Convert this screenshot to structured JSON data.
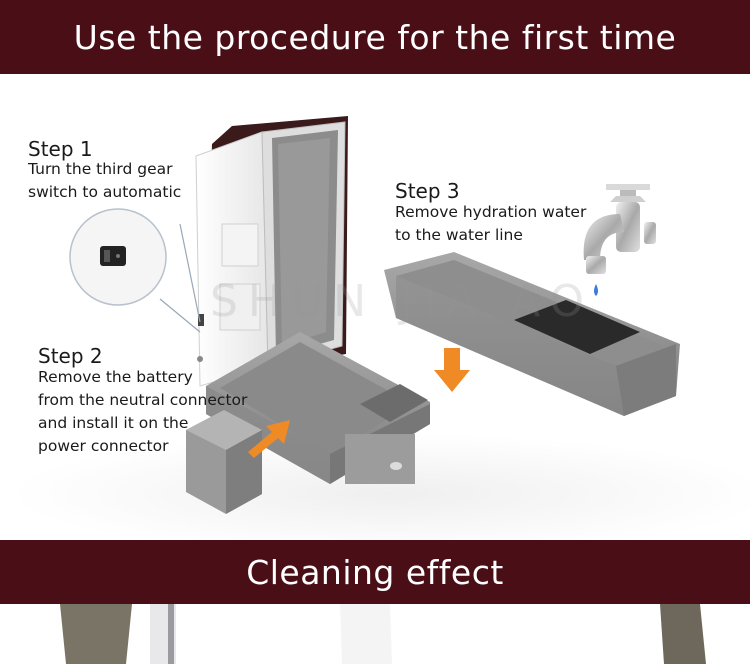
{
  "header": {
    "title": "Use the procedure for the first time"
  },
  "steps": [
    {
      "title": "Step 1",
      "lines": [
        "Turn the third gear",
        "switch to automatic"
      ]
    },
    {
      "title": "Step 2",
      "lines": [
        "Remove the battery",
        "from the neutral connector",
        "and install it on the",
        "power connector"
      ]
    },
    {
      "title": "Step 3",
      "lines": [
        "Remove hydration water",
        "to the water line"
      ]
    }
  ],
  "watermark": "SHUN JIA AO",
  "section2": {
    "title": "Cleaning effect"
  },
  "colors": {
    "banner": "#4a0f16",
    "arrow": "#f08a24",
    "tray": "#9a9a9a"
  }
}
